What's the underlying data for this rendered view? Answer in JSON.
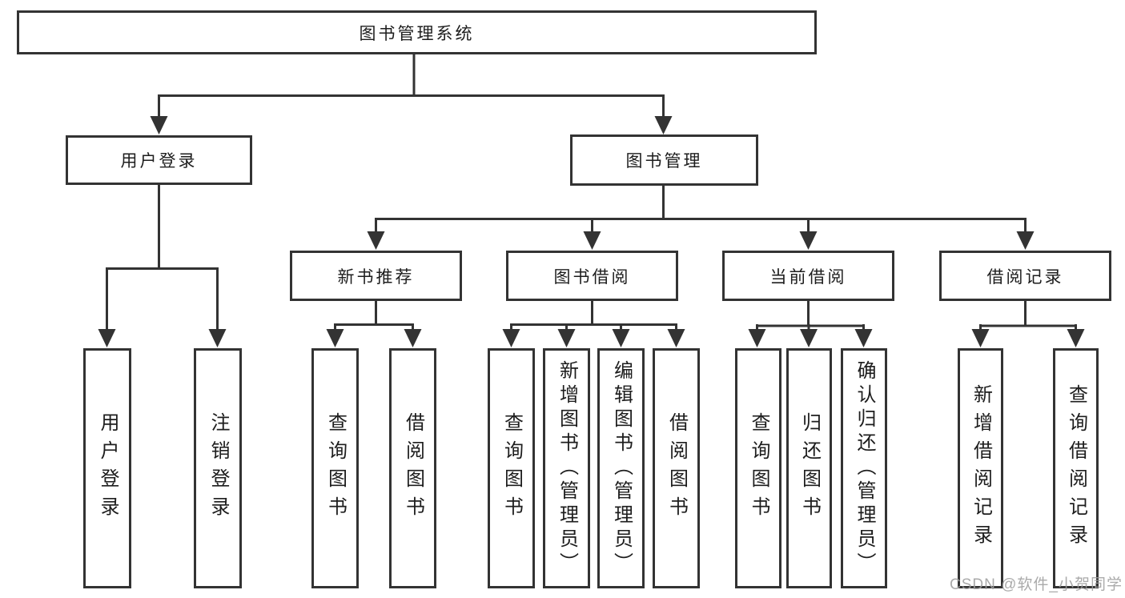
{
  "diagram": {
    "type": "hierarchy-tree",
    "orientation": "top-down",
    "tree": {
      "label": "图书管理系统",
      "children": [
        {
          "label": "用户登录",
          "children": [
            {
              "label": "用户登录"
            },
            {
              "label": "注销登录"
            }
          ]
        },
        {
          "label": "图书管理",
          "children": [
            {
              "label": "新书推荐",
              "children": [
                {
                  "label": "查询图书"
                },
                {
                  "label": "借阅图书"
                }
              ]
            },
            {
              "label": "图书借阅",
              "children": [
                {
                  "label": "查询图书"
                },
                {
                  "label": "新增图书（管理员）"
                },
                {
                  "label": "编辑图书（管理员）"
                },
                {
                  "label": "借阅图书"
                }
              ]
            },
            {
              "label": "当前借阅",
              "children": [
                {
                  "label": "查询图书"
                },
                {
                  "label": "归还图书"
                },
                {
                  "label": "确认归还（管理员）"
                }
              ]
            },
            {
              "label": "借阅记录",
              "children": [
                {
                  "label": "新增借阅记录"
                },
                {
                  "label": "查询借阅记录"
                }
              ]
            }
          ]
        }
      ]
    }
  },
  "watermark": "CSDN @软件_小贺同学",
  "colors": {
    "line": "#333333",
    "box_border": "#333333",
    "text": "#1d1d1d",
    "watermark": "#9e9e9e",
    "background": "#ffffff"
  }
}
